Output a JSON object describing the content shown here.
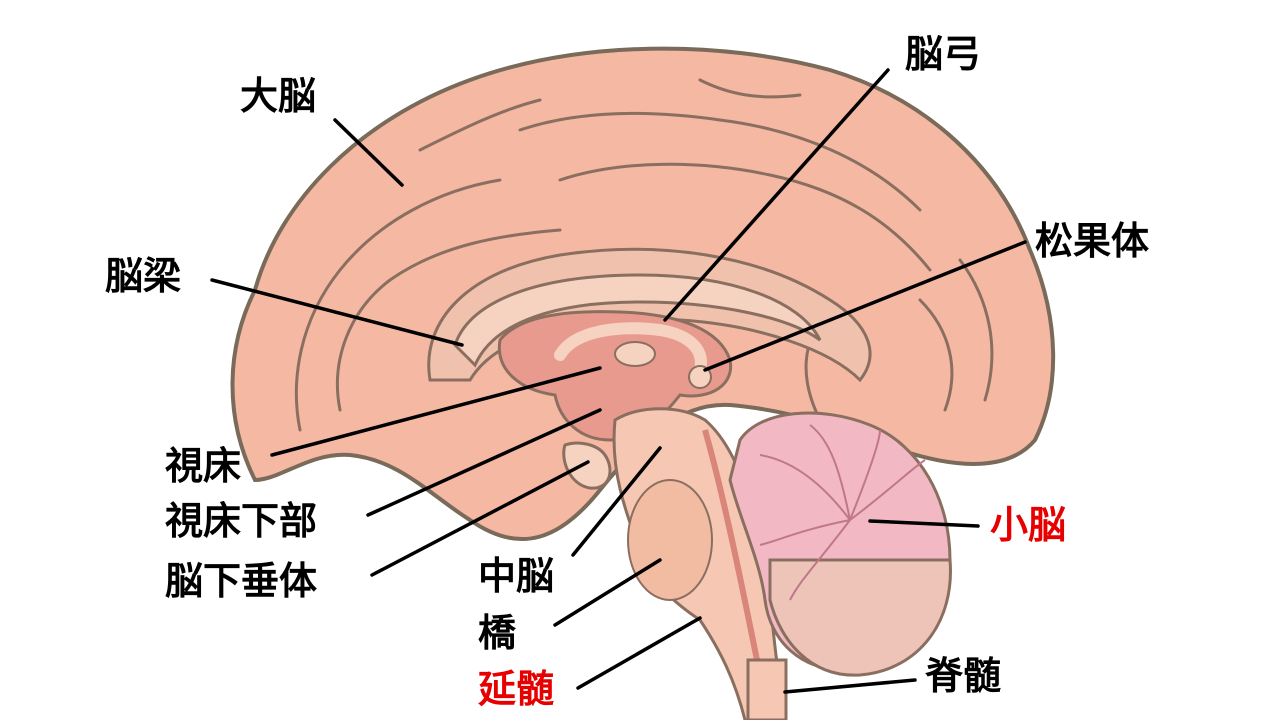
{
  "labels": {
    "cerebrum": "大脳",
    "fornix": "脳弓",
    "pineal": "松果体",
    "corpus_callosum": "脳梁",
    "thalamus": "視床",
    "hypothalamus": "視床下部",
    "pituitary": "脳下垂体",
    "midbrain": "中脳",
    "pons": "橋",
    "medulla": "延髄",
    "cerebellum": "小脳",
    "spinal_cord": "脊髄"
  },
  "colors": {
    "text": "#000000",
    "highlight": "#e60000",
    "cortex_fill": "#f4b8a3",
    "cortex_outline": "#7a6a5a",
    "inner_fill": "#e89a8e",
    "cerebellum_fill": "#f2b8c4",
    "brainstem_fill": "#f6c7b3"
  }
}
